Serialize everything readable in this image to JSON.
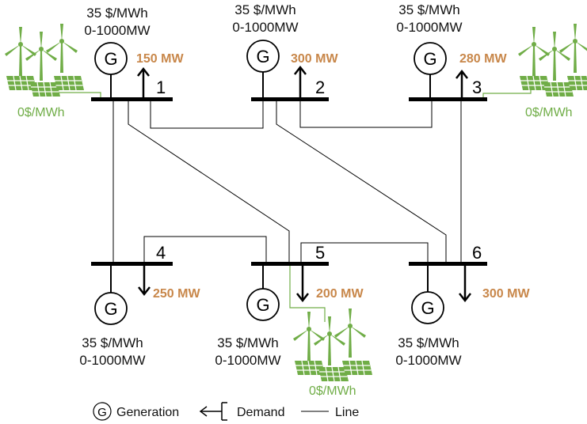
{
  "colors": {
    "demand": "#c8874a",
    "renewable": "#70ad47",
    "line": "#000000"
  },
  "generator_symbol": "G",
  "buses": [
    {
      "id": "1",
      "gen_price": "35 $/MWh",
      "gen_range": "0-1000MW",
      "demand": "150 MW",
      "renewable": "0$/MWh"
    },
    {
      "id": "2",
      "gen_price": "35 $/MWh",
      "gen_range": "0-1000MW",
      "demand": "300 MW"
    },
    {
      "id": "3",
      "gen_price": "35 $/MWh",
      "gen_range": "0-1000MW",
      "demand": "280 MW",
      "renewable": "0$/MWh"
    },
    {
      "id": "4",
      "gen_price": "35 $/MWh",
      "gen_range": "0-1000MW",
      "demand": "250 MW"
    },
    {
      "id": "5",
      "gen_price": "35 $/MWh",
      "gen_range": "0-1000MW",
      "demand": "200 MW",
      "renewable": "0$/MWh"
    },
    {
      "id": "6",
      "gen_price": "35 $/MWh",
      "gen_range": "0-1000MW",
      "demand": "300 MW"
    }
  ],
  "legend": {
    "generation": "Generation",
    "demand": "Demand",
    "line": "Line"
  }
}
